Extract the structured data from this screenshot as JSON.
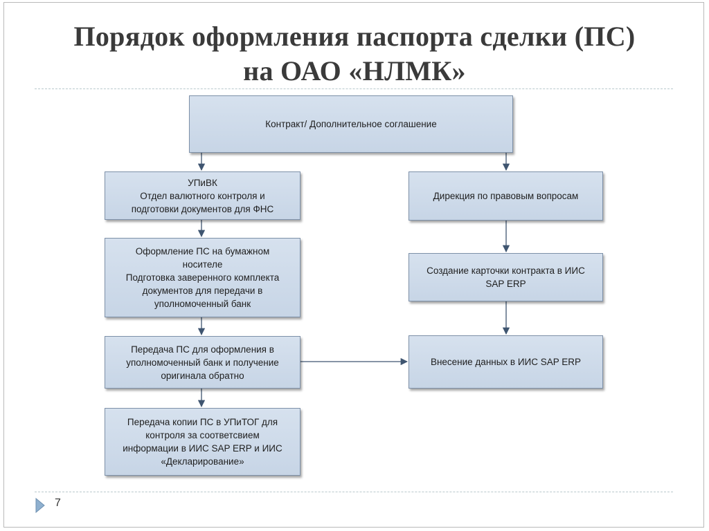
{
  "slide": {
    "title_line1": "Порядок оформления паспорта сделки (ПС)",
    "title_line2": "на ОАО «НЛМК»",
    "page_number": "7"
  },
  "flowchart": {
    "contract": [
      "Контракт/ Дополнительное соглашение"
    ],
    "upivk": [
      "УПиВК",
      "Отдел валютного контроля и",
      "подготовки документов для ФНС"
    ],
    "paper": [
      "Оформление ПС на бумажном",
      "носителе",
      "Подготовка заверенного комплекта",
      "документов для передачи в",
      "уполномоченный банк"
    ],
    "bank": [
      "Передача ПС для оформления в",
      "уполномоченный банк и получение",
      "оригинала обратно"
    ],
    "upitog": [
      "Передача копии ПС в УПиТОГ для",
      "контроля за соответсвием",
      "информации в ИИС SAP ERP и ИИС",
      "«Декларирование»"
    ],
    "legal": [
      "Дирекция по правовым вопросам"
    ],
    "card": [
      "Создание карточки контракта в ИИС",
      "SAP ERP"
    ],
    "data_entry": [
      "Внесение данных в ИИС SAP ERP"
    ]
  },
  "colors": {
    "box_fill": "#cfdbea",
    "box_border": "#7d90a8",
    "arrow": "#3f5570",
    "title": "#3a3a3a"
  }
}
